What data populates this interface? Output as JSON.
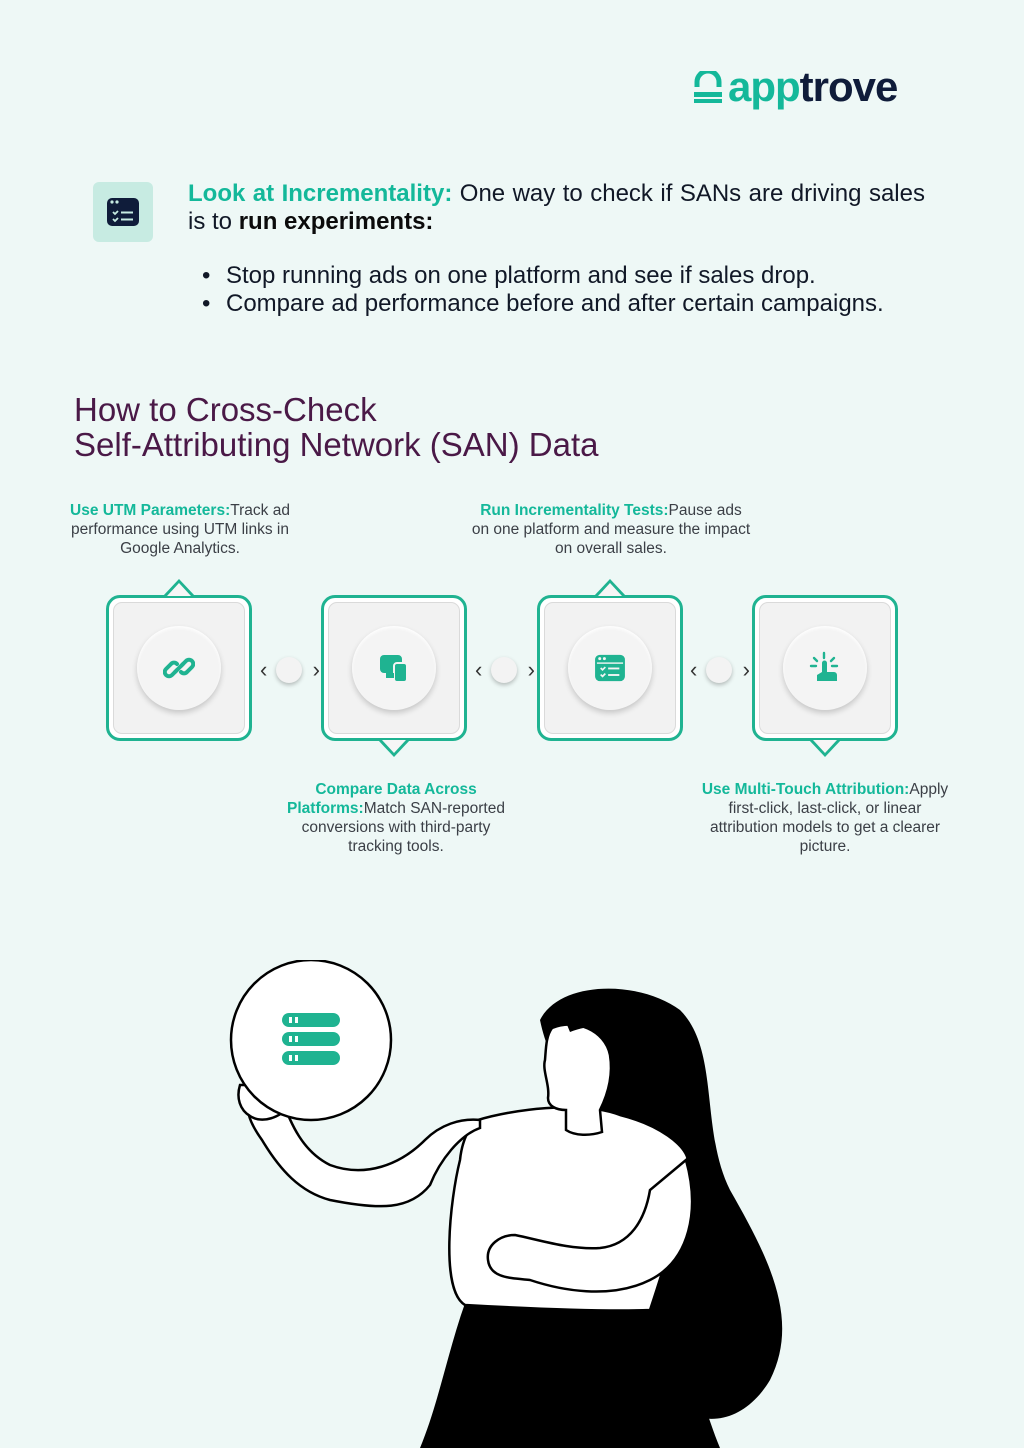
{
  "brand": {
    "name_part1": "app",
    "name_part2": "trove",
    "accent": "#14b89a",
    "dark": "#0f1c3a"
  },
  "callout": {
    "icon": "browser-checklist-icon",
    "heading": "Look at Incrementality:",
    "text_before": " One way to check if SANs are driving sales is to ",
    "emphasis": "run experiments:",
    "bullets": [
      "Stop running ads on one platform and see if sales drop.",
      "Compare ad performance before and after certain campaigns."
    ],
    "bullet_marker": "•"
  },
  "section": {
    "title_line1": "How to Cross-Check",
    "title_line2": "Self-Attributing Network (SAN) Data",
    "title_color": "#4a1947"
  },
  "steps": [
    {
      "title": "Use UTM Parameters:",
      "text": "Track ad performance using UTM links in Google Analytics.",
      "icon": "link-icon"
    },
    {
      "title": "Compare Data Across Platforms:",
      "text": "Match SAN-reported conversions with third-party tracking tools.",
      "icon": "devices-icon"
    },
    {
      "title": "Run Incrementality Tests:",
      "text": "Pause ads on one platform and measure the impact on overall sales.",
      "icon": "browser-checklist-icon"
    },
    {
      "title": "Use Multi-Touch Attribution:",
      "text": "Apply first-click, last-click, or linear attribution models to get a clearer picture.",
      "icon": "tap-icon"
    }
  ],
  "connector_glyphs": {
    "left": "‹",
    "right": "›"
  },
  "illustration": {
    "held_icon": "server-stack-icon"
  }
}
